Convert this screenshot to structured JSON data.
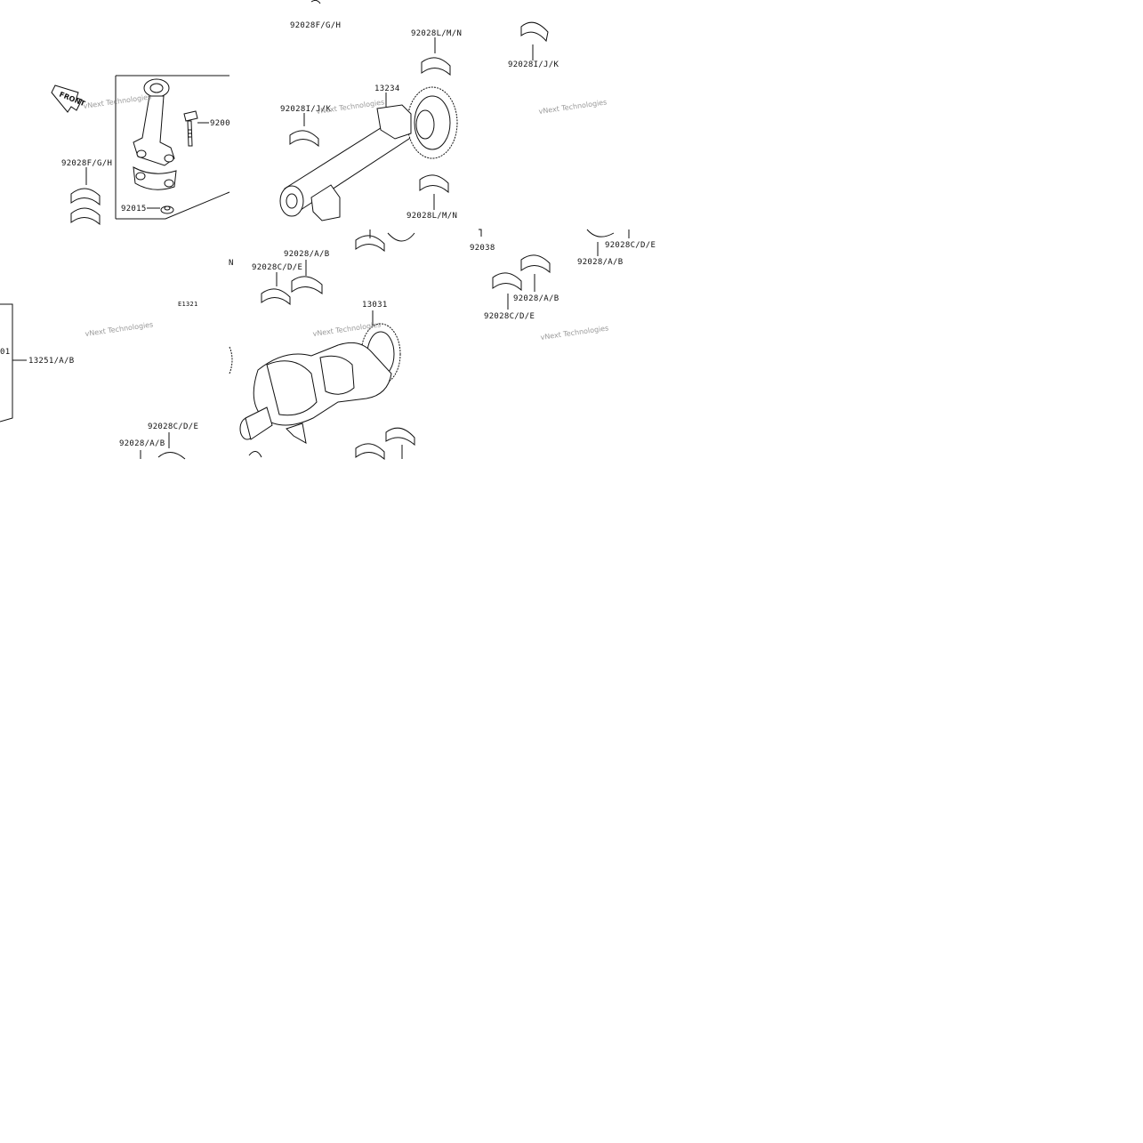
{
  "diagram": {
    "code": "E1321",
    "front_label": "FRONT",
    "watermark": "vNext Technologies",
    "callouts": {
      "c_92028fgh_top": "92028F/G/H",
      "c_92028lmn_top": "92028L/M/N",
      "c_92028ijk_right": "92028I/J/K",
      "c_13234": "13234",
      "c_92028ijk_mid": "92028I/J/K",
      "c_9200": "9200",
      "c_92028fgh_left": "92028F/G/H",
      "c_92015": "92015",
      "c_92028lmn_mid": "92028L/M/N",
      "c_92038": "92038",
      "c_92028cde_r1": "92028C/D/E",
      "c_92028ab_r1": "92028/A/B",
      "c_n_frag": "N",
      "c_92028ab_mid": "92028/A/B",
      "c_92028cde_mid": "92028C/D/E",
      "c_92028ab_r2": "92028/A/B",
      "c_92028cde_r2": "92028C/D/E",
      "c_13031": "13031",
      "c_01_frag": "01",
      "c_13251": "13251/A/B",
      "c_92028cde_low": "92028C/D/E",
      "c_92028ab_low": "92028/A/B"
    }
  }
}
